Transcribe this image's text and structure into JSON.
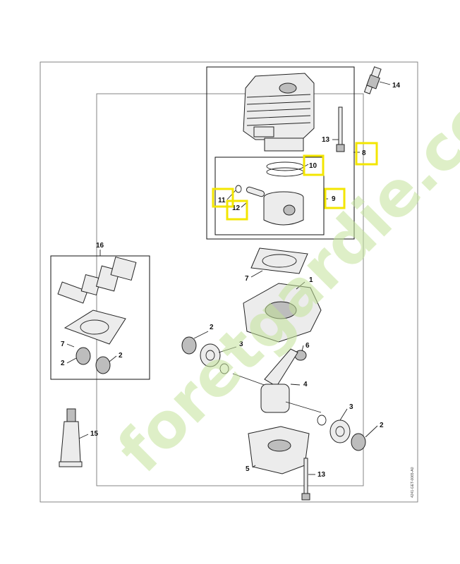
{
  "watermark": "foretgardie.com",
  "document_id": "4241-GET-0065-A0",
  "highlight_color": "#f3e600",
  "watermark_color": "#c4e39a",
  "callouts": [
    {
      "id": "c14",
      "text": "14"
    },
    {
      "id": "c13a",
      "text": "13"
    },
    {
      "id": "c8",
      "text": "8"
    },
    {
      "id": "c10",
      "text": "10"
    },
    {
      "id": "c9",
      "text": "9"
    },
    {
      "id": "c11",
      "text": "11"
    },
    {
      "id": "c12",
      "text": "12"
    },
    {
      "id": "c16",
      "text": "16"
    },
    {
      "id": "c7a",
      "text": "7"
    },
    {
      "id": "c1",
      "text": "1"
    },
    {
      "id": "c2a",
      "text": "2"
    },
    {
      "id": "c3a",
      "text": "3"
    },
    {
      "id": "c6",
      "text": "6"
    },
    {
      "id": "c7b",
      "text": "7"
    },
    {
      "id": "c2b",
      "text": "2"
    },
    {
      "id": "c2c",
      "text": "2"
    },
    {
      "id": "c4",
      "text": "4"
    },
    {
      "id": "c3b",
      "text": "3"
    },
    {
      "id": "c2d",
      "text": "2"
    },
    {
      "id": "c15",
      "text": "15"
    },
    {
      "id": "c5",
      "text": "5"
    },
    {
      "id": "c13b",
      "text": "13"
    }
  ],
  "highlighted_callouts": [
    "8",
    "10",
    "9",
    "11",
    "12"
  ]
}
